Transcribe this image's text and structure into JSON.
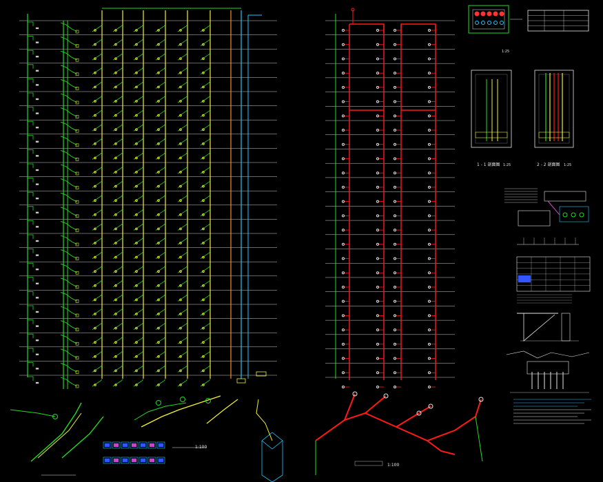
{
  "drawing": {
    "colors": {
      "background": "#000000",
      "floor_line": "#cfcfcf",
      "green_riser": "#22dd22",
      "yellow_riser": "#f2f230",
      "cyan_riser": "#26c6ff",
      "orange_riser": "#ff8c1a",
      "fire_main": "#ff1a1a",
      "label": "#e8e8e8"
    },
    "water_supply_system": {
      "floor_count": 26,
      "riser_colors": [
        "yellow",
        "yellow",
        "yellow",
        "yellow",
        "yellow",
        "yellow",
        "orange",
        "cyan"
      ]
    },
    "fire_hydrant_system": {
      "floor_count": 26,
      "riser_count": 4
    },
    "titles": {
      "water_axonometric_scale": "1:100",
      "fire_axonometric_scale": "1:100",
      "detail_plan_scale": "1:25",
      "section_1_title": "1 - 1 剖面图",
      "section_1_scale": "1:25",
      "section_2_title": "2 - 2 剖面图",
      "section_2_scale": "1:25"
    }
  }
}
